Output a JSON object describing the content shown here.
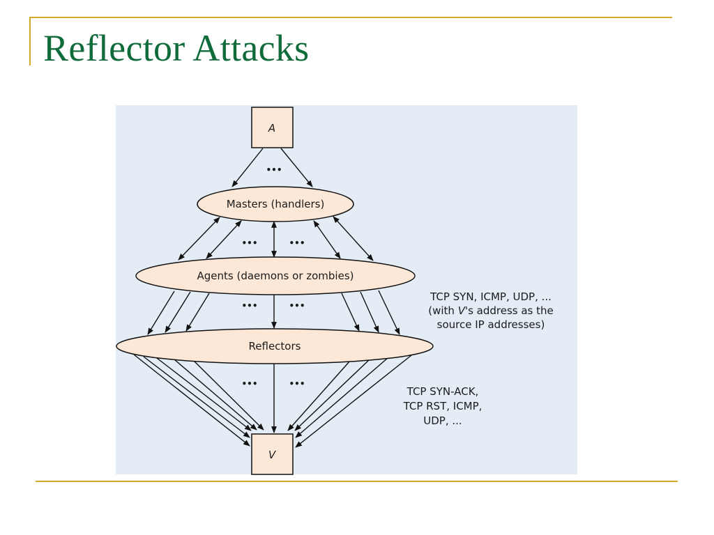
{
  "slide": {
    "title": "Reflector Attacks"
  },
  "diagram": {
    "colors": {
      "background": "#e4ecf5",
      "node_fill": "#fde8d8",
      "stroke": "#111111",
      "accent_rule": "#d4a92a",
      "title": "#0f6b3a"
    },
    "nodes": {
      "attacker": "A",
      "masters": "Masters (handlers)",
      "agents": "Agents (daemons or zombies)",
      "reflectors": "Reflectors",
      "victim": "V"
    },
    "ellipsis": "•••",
    "labels": {
      "agent_traffic": {
        "line1": "TCP SYN, ICMP, UDP, ...",
        "line2_pre": "(with ",
        "line2_italic": "V",
        "line2_post": "'s address as the",
        "line3": "source IP addresses)"
      },
      "reflector_traffic": {
        "line1": "TCP SYN-ACK,",
        "line2": "TCP RST, ICMP,",
        "line3": "UDP, ..."
      }
    }
  }
}
